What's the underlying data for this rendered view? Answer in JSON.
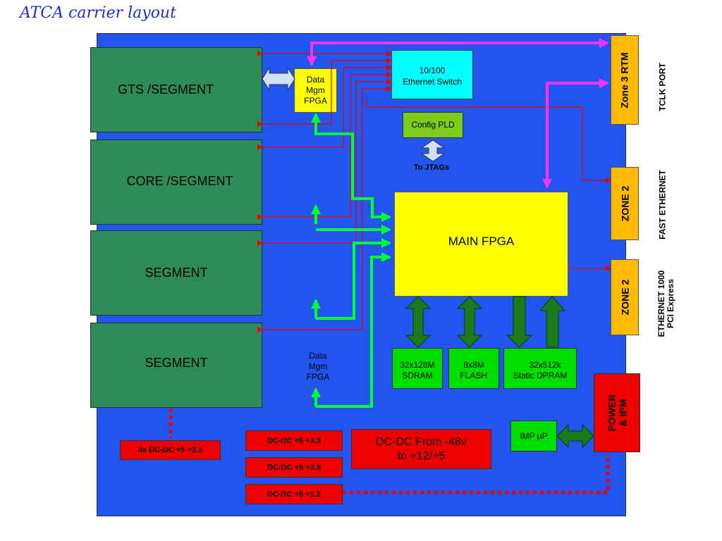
{
  "title": "ATCA carrier layout",
  "segments": [
    "GTS /SEGMENT",
    "CORE /SEGMENT",
    "SEGMENT",
    "SEGMENT"
  ],
  "data_mgm_fpga_top": [
    "Data",
    "Mgm",
    "FPGA"
  ],
  "data_mgm_fpga_bottom": [
    "Data",
    "Mgm",
    "FPGA"
  ],
  "ethernet_switch": [
    "10/100",
    "Ethernet Switch"
  ],
  "config_pld": "Config PLD",
  "to_jtags": "To JTAGs",
  "main_fpga": "MAIN FPGA",
  "memories": {
    "sdram": [
      "32x128M",
      "SDRAM"
    ],
    "flash": [
      "8x8M",
      "FLASH"
    ],
    "dpram": [
      "32x512k",
      "Static DPRAM"
    ]
  },
  "zones": {
    "zone3": "Zone 3 RTM",
    "zone2a": "ZONE 2",
    "zone2b": "ZONE 2"
  },
  "side_labels": {
    "tclk": "TCLK PORT",
    "fast_eth": "FAST ETHERNET",
    "eth1000": [
      "ETHERNET 1000",
      "PCI Express"
    ]
  },
  "power_ipm": [
    "POWER",
    "& IPM"
  ],
  "imp_up": "IMP µP",
  "dcdc": {
    "quad": "4x DC-DC +5  +3.3",
    "v33": "DC-DC +5  +3.3",
    "v25": "DC-DC +5  +2.5",
    "v12": "DC-DC +5  +1.2",
    "main": [
      "DC-DC From -48v",
      "to +12/+5"
    ]
  },
  "colors": {
    "board": "#2255ee",
    "segment": "#2e8b57",
    "red_link": "#ee0000",
    "green_link": "#00ff33",
    "magenta_link": "#ff33ff"
  }
}
